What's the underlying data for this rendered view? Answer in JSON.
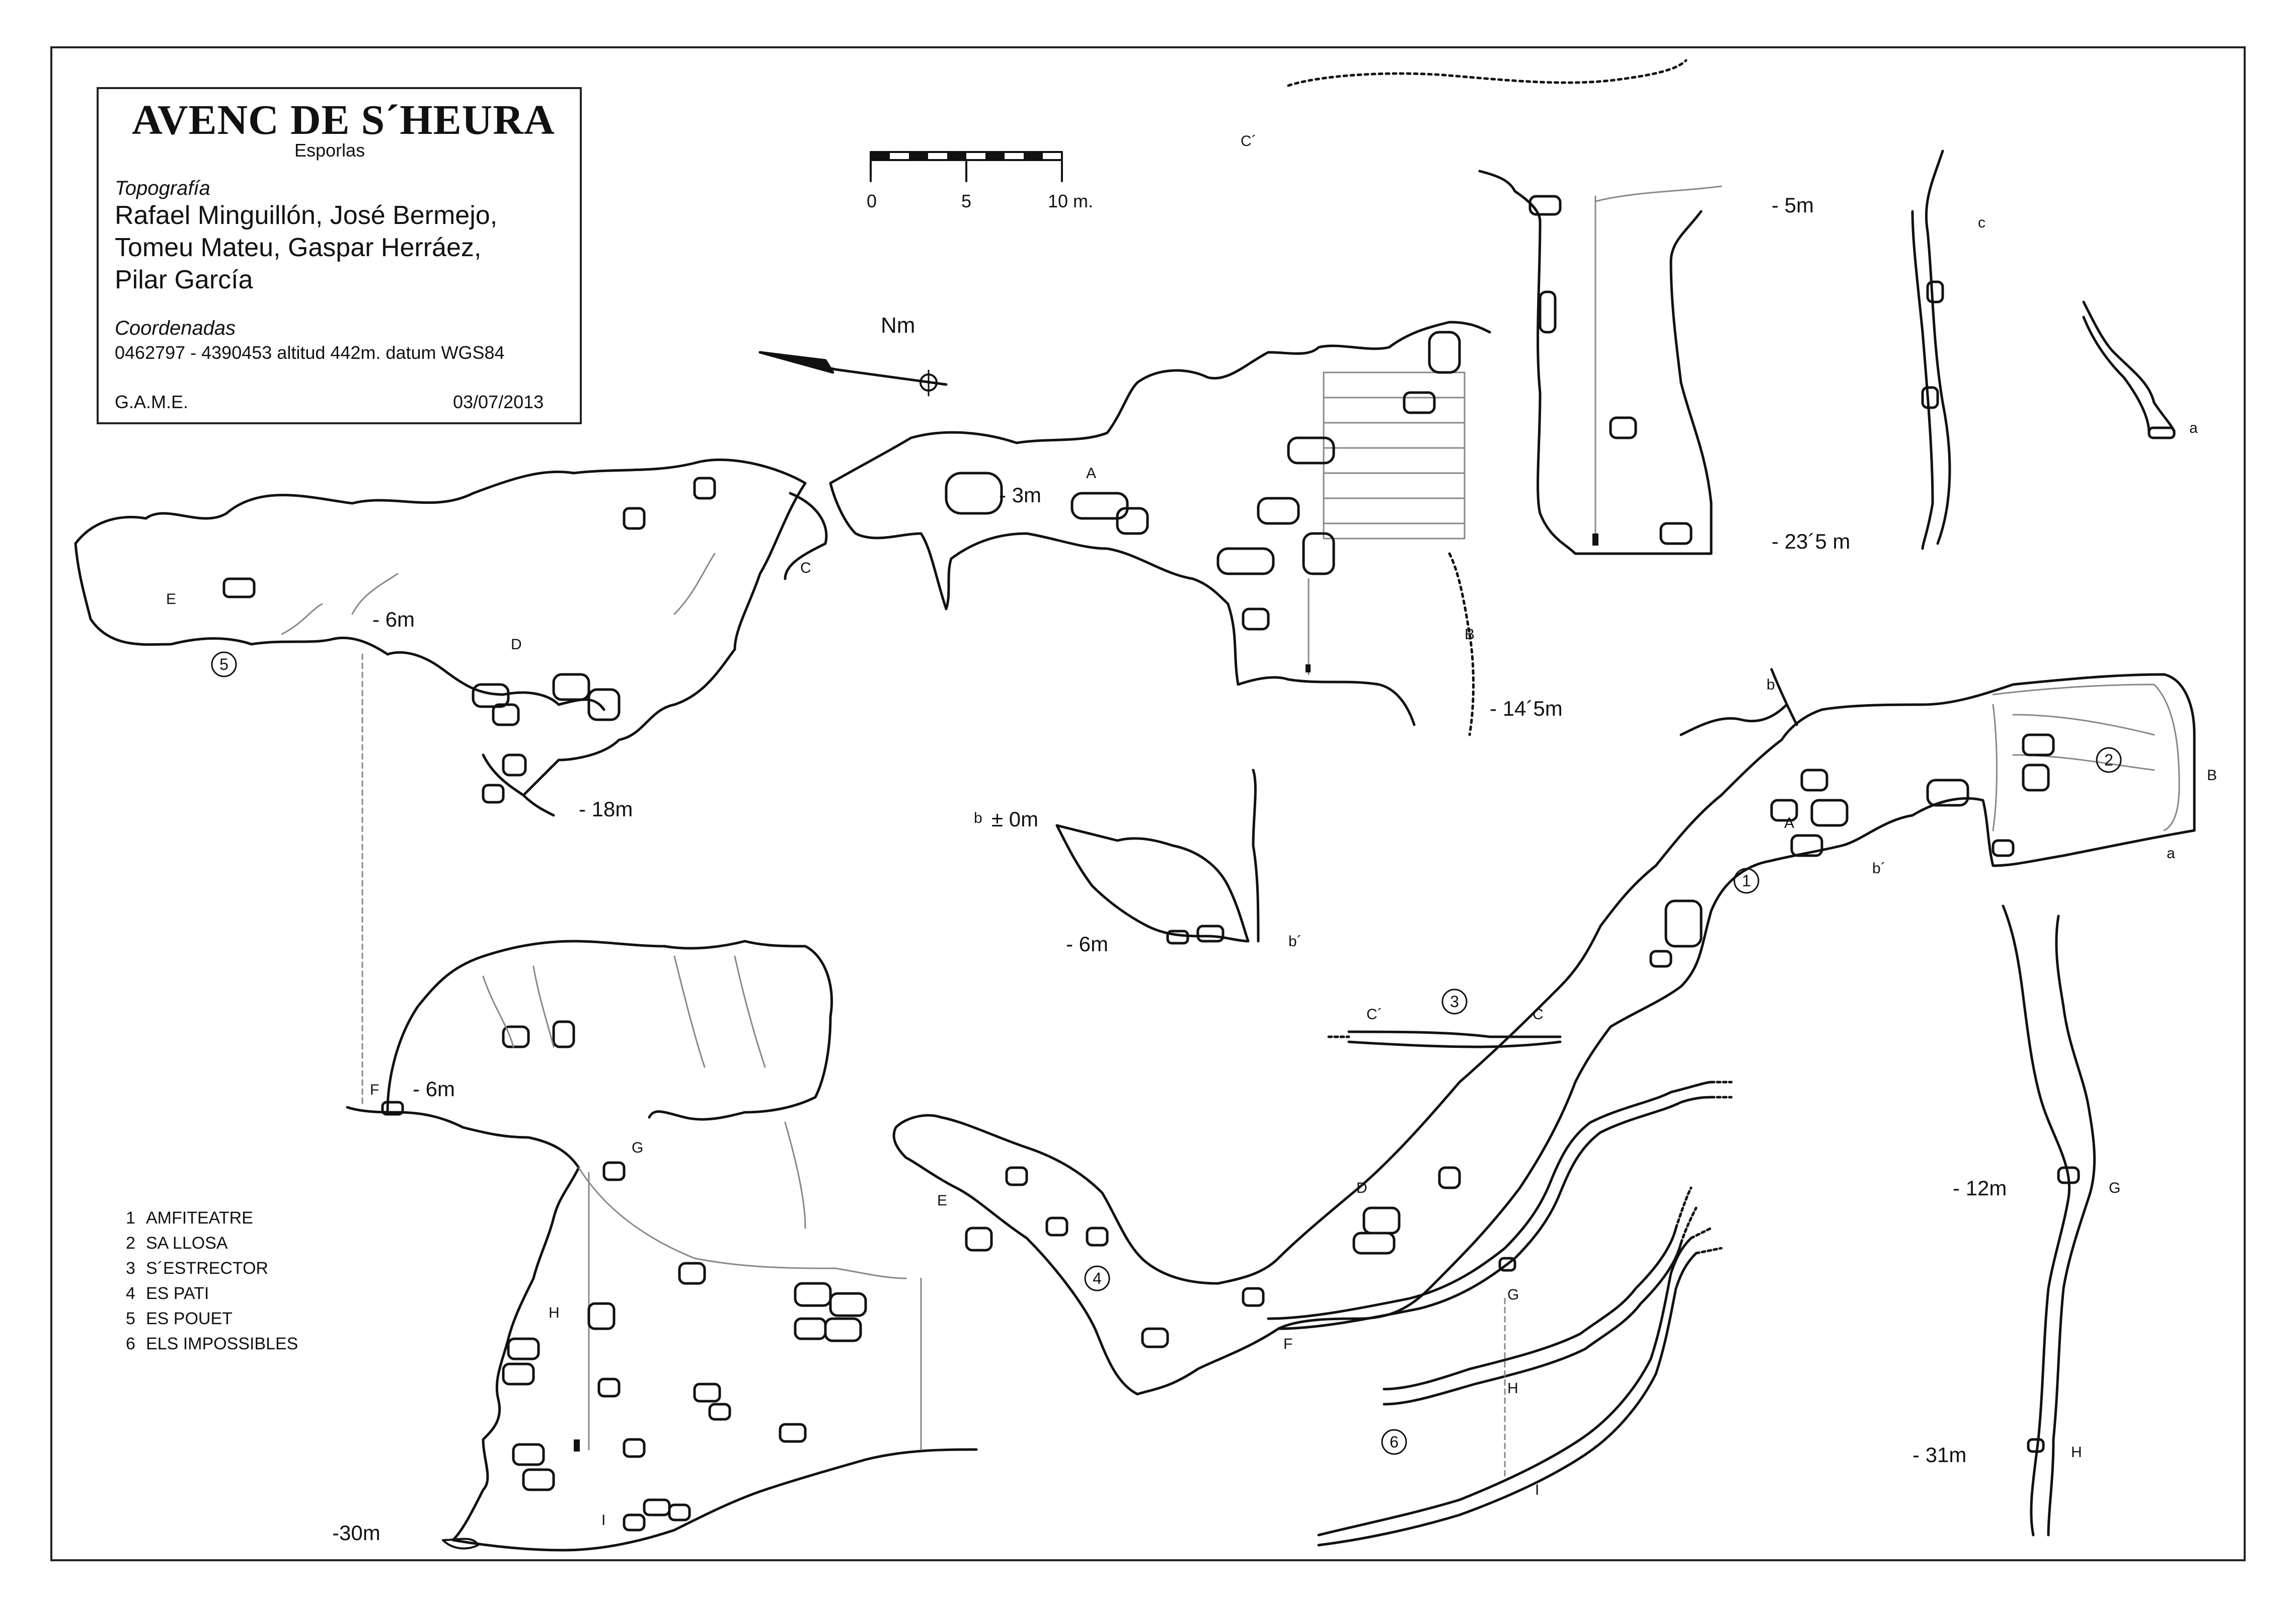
{
  "title": "AVENC DE S´HEURA",
  "subtitle": "Esporlas",
  "topography": {
    "label": "Topografía",
    "authors": [
      "Rafael Minguillón, José Bermejo,",
      "Tomeu Mateu, Gaspar Herráez,",
      "Pilar García"
    ]
  },
  "coordinates": {
    "label": "Coordenadas",
    "value": "0462797 - 4390453  altitud 442m.   datum WGS84"
  },
  "club": "G.A.M.E.",
  "date": "03/07/2013",
  "north": "Nm",
  "scale": {
    "ticks": [
      "0",
      "5",
      "10 m."
    ]
  },
  "rooms": [
    {
      "num": "1",
      "name": "AMFITEATRE"
    },
    {
      "num": "2",
      "name": "SA LLOSA"
    },
    {
      "num": "3",
      "name": "S´ESTRECTOR"
    },
    {
      "num": "4",
      "name": "ES PATI"
    },
    {
      "num": "5",
      "name": "ES POUET"
    },
    {
      "num": "6",
      "name": "ELS IMPOSSIBLES"
    }
  ],
  "depths": {
    "d_minus3": "- 3m",
    "d_minus6a": "- 6m",
    "d_minus18": "- 18m",
    "d_minus14_5": "- 14´5m",
    "d_minus5": "- 5m",
    "d_minus23_5": "- 23´5 m",
    "d_plus0": "± 0m",
    "d_minus6b": "- 6m",
    "d_minus6c": "- 6m",
    "d_minus30": "-30m",
    "d_minus12": "- 12m",
    "d_minus31": "- 31m"
  },
  "section_letters": {
    "A": "A",
    "B": "B",
    "C": "C",
    "D": "D",
    "E": "E",
    "F": "F",
    "G": "G",
    "H": "H",
    "I": "I",
    "a": "a",
    "b": "b",
    "b_prime": "b´",
    "c": "c",
    "c_prime": "C´",
    "C_cap": "C"
  },
  "colors": {
    "ink": "#111111",
    "grey_line": "#888888",
    "paper": "#ffffff"
  }
}
